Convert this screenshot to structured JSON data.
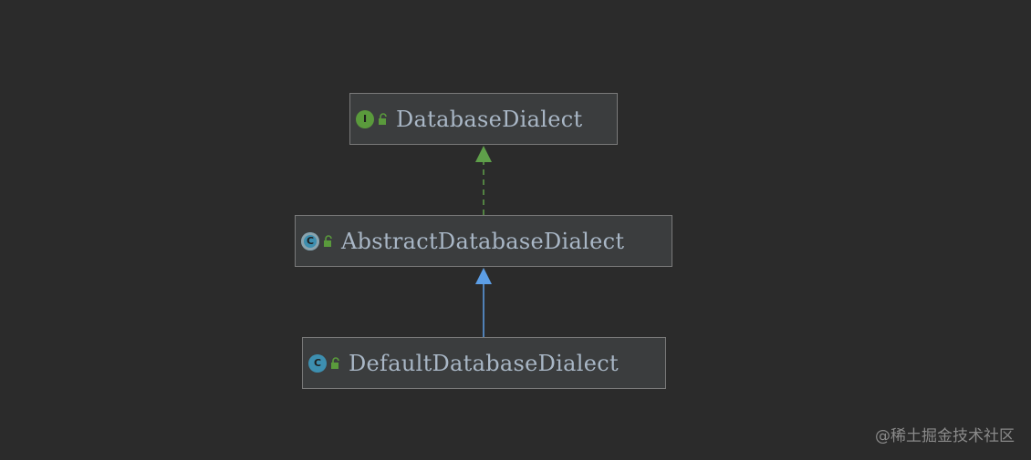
{
  "diagram": {
    "nodes": [
      {
        "id": "database-dialect",
        "label": "DatabaseDialect",
        "kind": "interface",
        "kind_glyph": "I"
      },
      {
        "id": "abstract-database-dialect",
        "label": "AbstractDatabaseDialect",
        "kind": "abstract-class",
        "kind_glyph": "C"
      },
      {
        "id": "default-database-dialect",
        "label": "DefaultDatabaseDialect",
        "kind": "class",
        "kind_glyph": "C"
      }
    ],
    "edges": [
      {
        "from": "abstract-database-dialect",
        "to": "database-dialect",
        "type": "implements",
        "style": "dashed",
        "color": "#5f9f4a"
      },
      {
        "from": "default-database-dialect",
        "to": "abstract-database-dialect",
        "type": "extends",
        "style": "solid",
        "color": "#5c9ee6"
      }
    ],
    "icons": {
      "interface": "interface-icon",
      "class": "class-icon",
      "abstract-class": "abstract-class-icon",
      "visibility": "unlocked-icon"
    },
    "colors": {
      "background": "#2b2b2b",
      "node_fill": "#3b3d3e",
      "node_border": "#7a7a7a",
      "label": "#a9b7c6",
      "interface_badge": "#5a9a3c",
      "class_badge": "#3d8fb0",
      "lock": "#5a9a3c"
    }
  },
  "watermark": "@稀土掘金技术社区"
}
